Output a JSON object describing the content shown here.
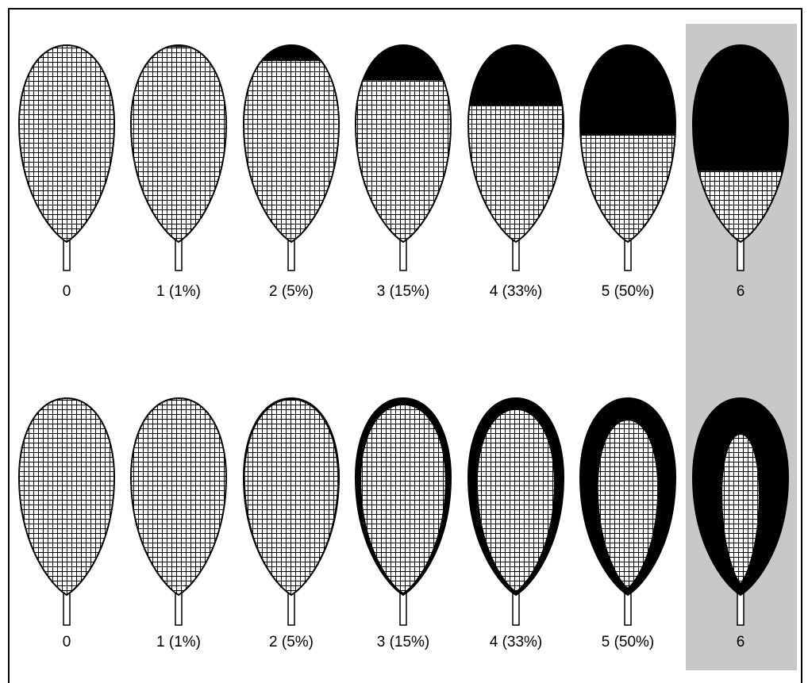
{
  "colors": {
    "background": "#ffffff",
    "highlight_column": "#c8c8c8",
    "lesion": "#000000",
    "leaf_grid": "#000000",
    "leaf_fill": "#ffffff",
    "frame": "#000000"
  },
  "rows": [
    {
      "pattern": "tip",
      "leaves": [
        {
          "label": "0",
          "severity": 0
        },
        {
          "label": "1 (1%)",
          "severity": 1
        },
        {
          "label": "2 (5%)",
          "severity": 2
        },
        {
          "label": "3 (15%)",
          "severity": 3
        },
        {
          "label": "4 (33%)",
          "severity": 4
        },
        {
          "label": "5 (50%)",
          "severity": 5
        },
        {
          "label": "6",
          "severity": 6,
          "highlighted": true
        }
      ]
    },
    {
      "pattern": "margin",
      "leaves": [
        {
          "label": "0",
          "severity": 0
        },
        {
          "label": "1 (1%)",
          "severity": 1
        },
        {
          "label": "2 (5%)",
          "severity": 2
        },
        {
          "label": "3 (15%)",
          "severity": 3
        },
        {
          "label": "4 (33%)",
          "severity": 4
        },
        {
          "label": "5 (50%)",
          "severity": 5
        },
        {
          "label": "6",
          "severity": 6,
          "highlighted": true
        }
      ]
    }
  ]
}
